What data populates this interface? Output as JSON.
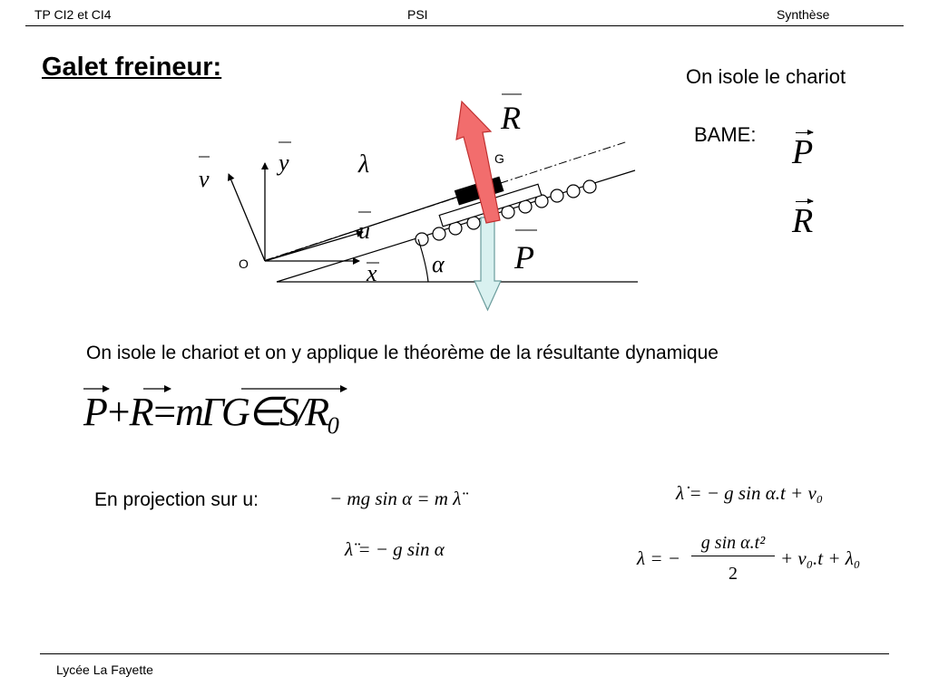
{
  "header": {
    "left": "TP CI2 et CI4",
    "center": "PSI",
    "right": "Synthèse"
  },
  "title": "Galet freineur:",
  "isolate_note": "On isole le chariot",
  "bame_label": "BAME:",
  "bame_forces": [
    "P",
    "R"
  ],
  "diagram": {
    "origin": "O",
    "point_g": "G",
    "axis_v": "v",
    "axis_y": "y",
    "axis_u": "u",
    "axis_x": "x",
    "lambda": "λ",
    "alpha": "α",
    "force_r": "R",
    "force_p": "P",
    "colors": {
      "force_r": "#f26d6d",
      "force_p": "#d9f1f0",
      "chariot": "#000000"
    }
  },
  "theorem_text": "On isole le chariot et on y applique le théorème de la résultante dynamique",
  "equation_vector": "P+R=mΓG∈S/R₀",
  "projection_label": "En projection sur u:",
  "eq_projection": "− mg sin α = m λ̈",
  "eq_accel": "λ̈ = − g sin α",
  "eq_speed": "λ̇ = − g sin α.t + v₀",
  "eq_position_lhs": "λ = −",
  "eq_position_num": "g sin α.t²",
  "eq_position_den": "2",
  "eq_position_rhs": "+ v₀.t + λ₀",
  "footer": "Lycée La Fayette"
}
